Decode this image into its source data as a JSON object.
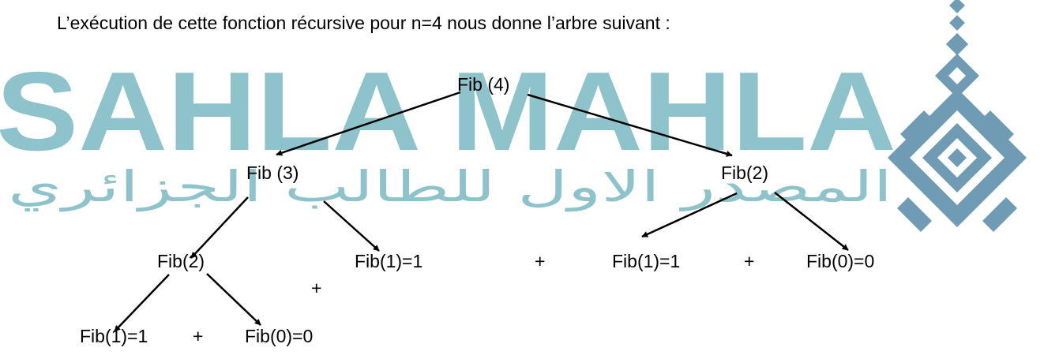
{
  "caption": "L’exécution de cette fonction récursive pour n=4   nous donne l’arbre suivant :",
  "watermark": {
    "latin": "SAHLA MAHLA",
    "arabic": "المصدر الاول للطالب الجزائري",
    "color": "#8fc3cc",
    "logo_color": "#6f9bb4"
  },
  "tree": {
    "root": "Fib (4)",
    "left": "Fib (3)",
    "right": "Fib(2)",
    "left_left": "Fib(2)",
    "left_right": "Fib(1)=1",
    "right_left": "Fib(1)=1",
    "right_right": "Fib(0)=0",
    "ll_left": "Fib(1)=1",
    "ll_right": "Fib(0)=0"
  },
  "operators": {
    "plus_under_left": "+",
    "plus_middle": "+",
    "plus_right": "+",
    "plus_bottom": "+"
  },
  "edge_color": "#000000"
}
